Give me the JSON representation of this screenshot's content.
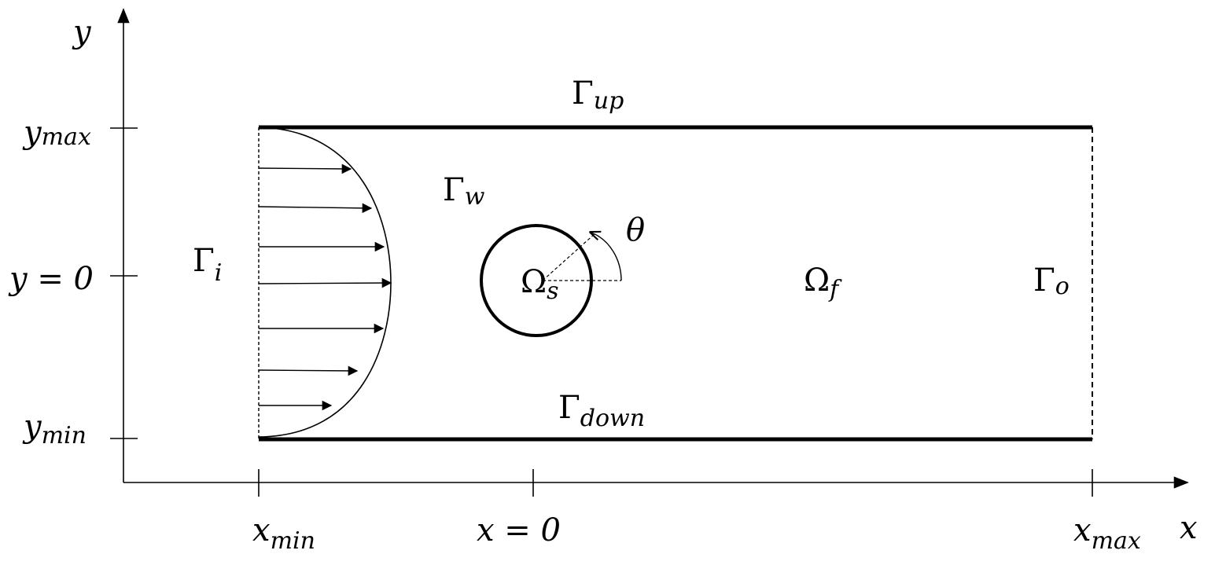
{
  "axes": {
    "x_label": "x",
    "y_label": "y"
  },
  "x_ticks": [
    {
      "base": "x",
      "sub": "min"
    },
    {
      "base": "x = 0",
      "sub": ""
    },
    {
      "base": "x",
      "sub": "max"
    }
  ],
  "y_ticks": [
    {
      "base": "y",
      "sub": "max"
    },
    {
      "base": "y = 0",
      "sub": ""
    },
    {
      "base": "y",
      "sub": "min"
    }
  ],
  "boundaries": {
    "up": {
      "symbol": "Γ",
      "sub": "up"
    },
    "down": {
      "symbol": "Γ",
      "sub": "down"
    },
    "inlet": {
      "symbol": "Γ",
      "sub": "i"
    },
    "outlet": {
      "symbol": "Γ",
      "sub": "o"
    },
    "wall": {
      "symbol": "Γ",
      "sub": "w"
    }
  },
  "domains": {
    "solid": {
      "symbol": "Ω",
      "sub": "s"
    },
    "fluid": {
      "symbol": "Ω",
      "sub": "f"
    }
  },
  "angle_label": "θ"
}
